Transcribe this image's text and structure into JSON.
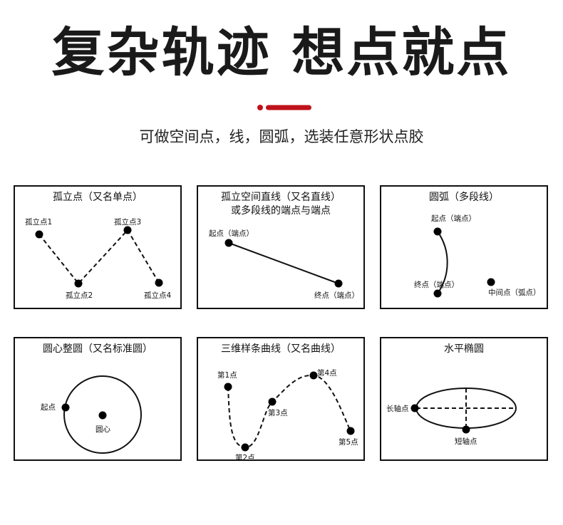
{
  "header": {
    "title": "复杂轨迹 想点就点",
    "subtitle": "可做空间点，线，圆弧，选装任意形状点胶",
    "accent_color": "#c0121a"
  },
  "cards": [
    {
      "title": "孤立点（又名单点）",
      "labels": [
        "孤立点1",
        "孤立点2",
        "孤立点3",
        "孤立点4"
      ]
    },
    {
      "title_line1": "孤立空间直线（又名直线）",
      "title_line2": "或多段线的端点与端点",
      "labels": [
        "起点（端点）",
        "终点（端点）"
      ]
    },
    {
      "title": "圆弧（多段线）",
      "labels": [
        "起点（端点）",
        "中间点（弧点）",
        "终点（端点）"
      ]
    },
    {
      "title": "圆心整圆（又名标准圆）",
      "labels": [
        "起点",
        "圆心"
      ]
    },
    {
      "title": "三维样条曲线（又名曲线）",
      "labels": [
        "第1点",
        "第2点",
        "第3点",
        "第4点",
        "第5点"
      ]
    },
    {
      "title": "水平椭圆",
      "labels": [
        "长轴点",
        "短轴点"
      ]
    }
  ]
}
